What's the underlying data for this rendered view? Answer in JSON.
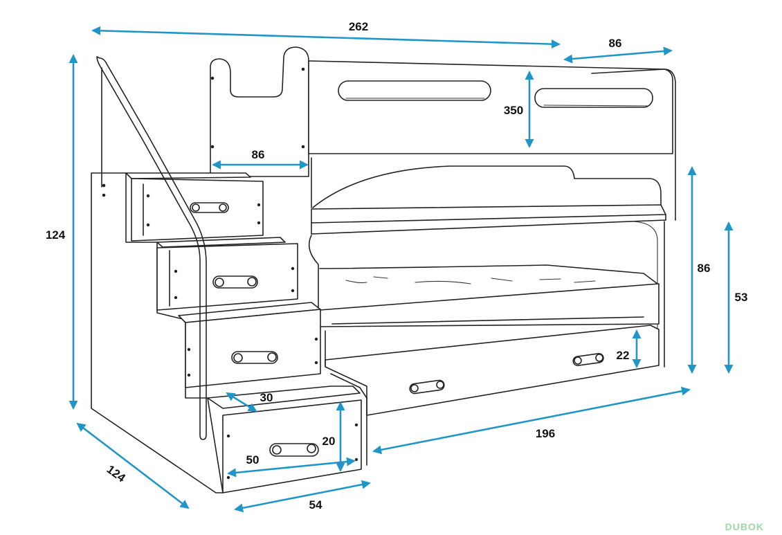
{
  "dimensions": {
    "total_length": "262",
    "width_top": "86",
    "ladder_width": "86",
    "backrest_gap": "350",
    "total_height": "124",
    "lower_height": "86",
    "trundle_height": "53",
    "drawer_height": "22",
    "depth": "124",
    "step_depth": "30",
    "step_height": "20",
    "step_inner": "50",
    "step_width": "54",
    "bed_length": "196"
  },
  "brand": {
    "watermark": "DUBOK"
  },
  "colors": {
    "dimension_arrow": "#1f95c8",
    "line": "#222222",
    "watermark": "#9fd8a6"
  }
}
